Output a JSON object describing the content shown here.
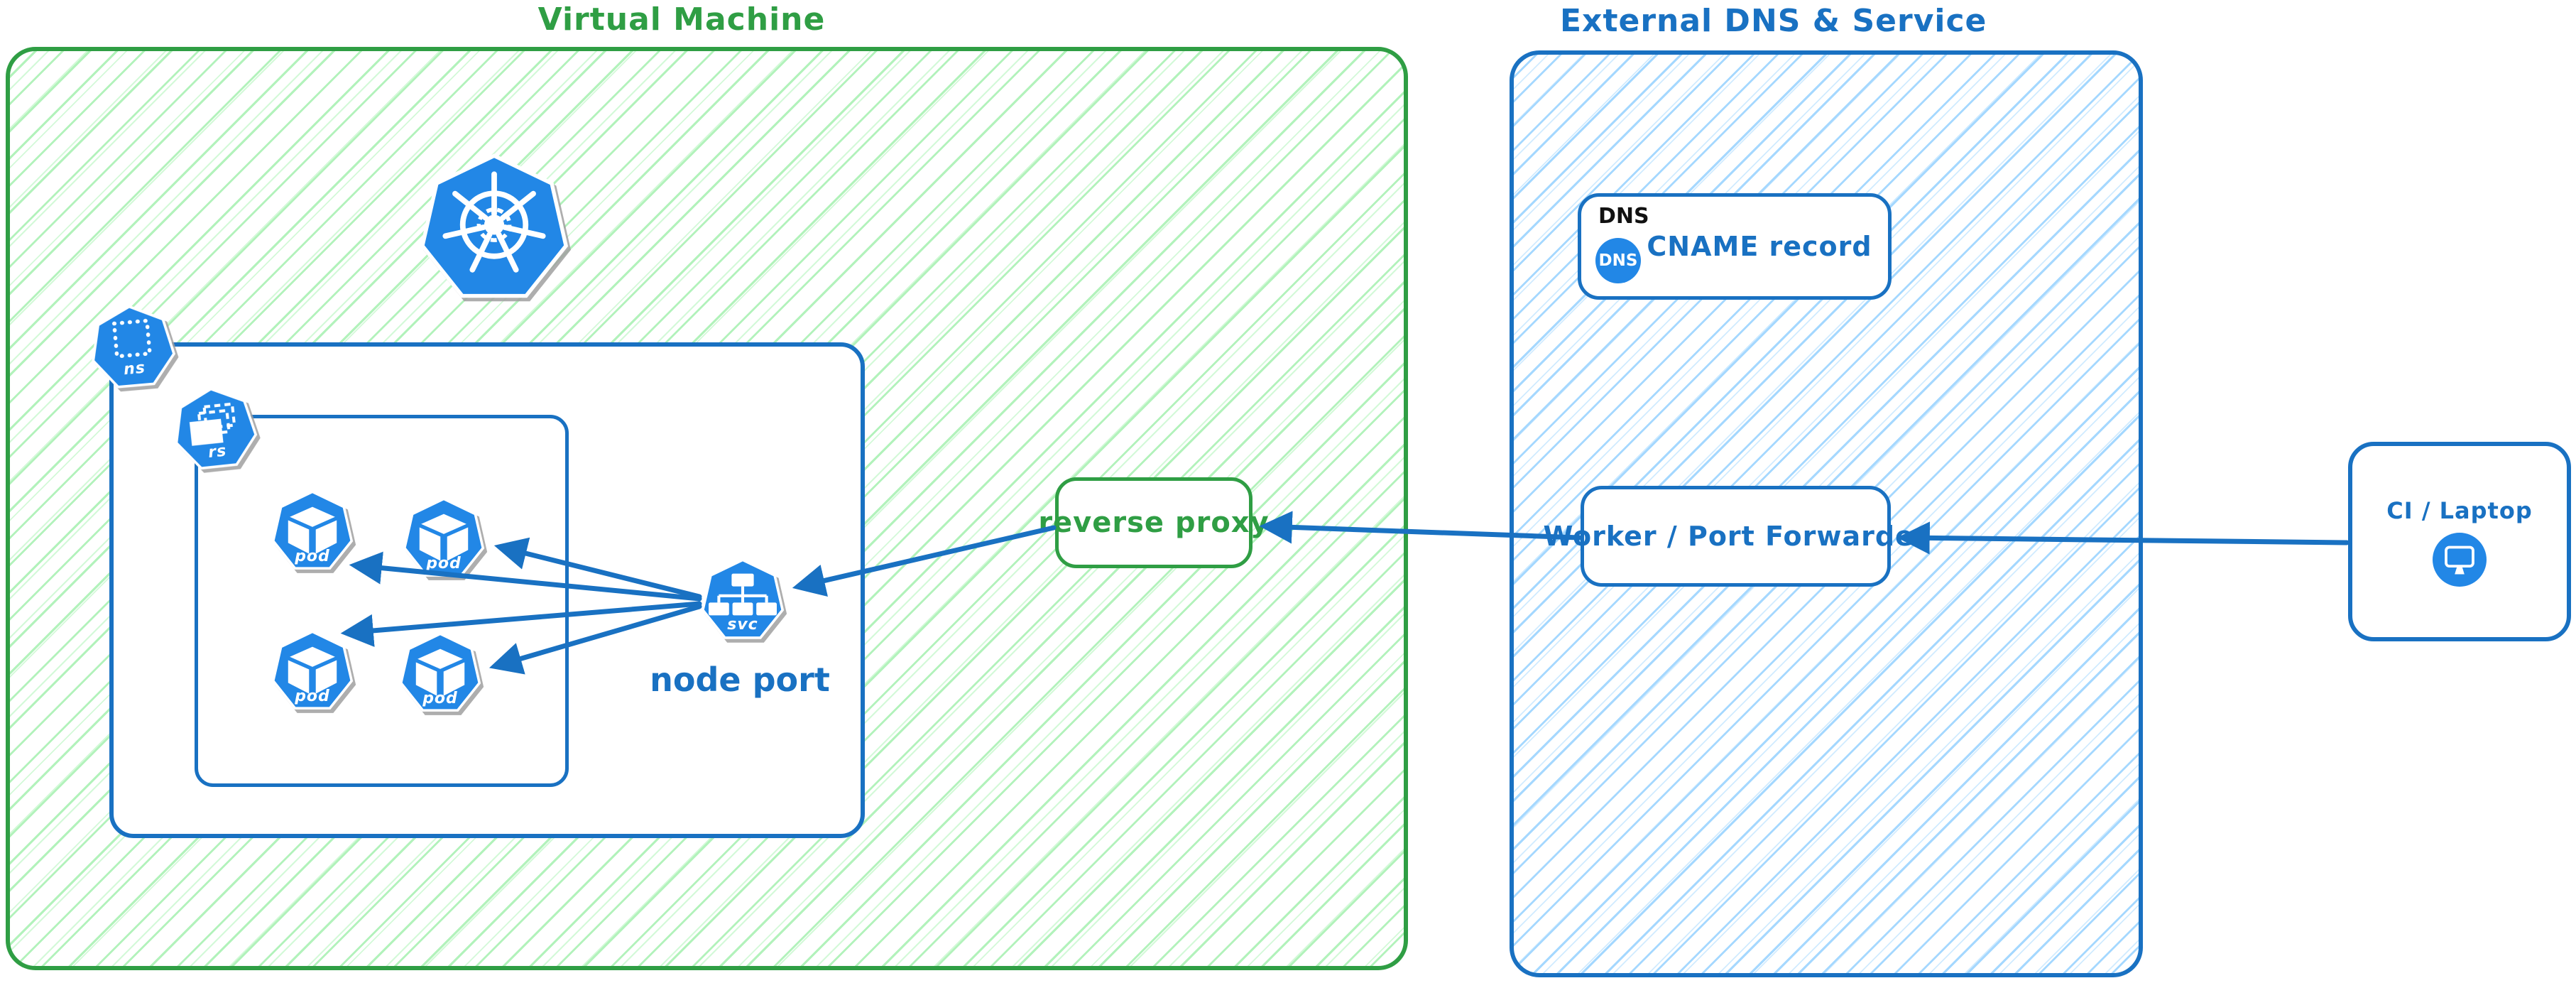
{
  "vm": {
    "title": "Virtual Machine"
  },
  "external": {
    "title": "External DNS & Service"
  },
  "labels": {
    "reverse_proxy": "reverse proxy",
    "node_port": "node port",
    "dns_heading": "DNS",
    "dns_badge": "DNS",
    "cname": "CNAME record",
    "worker": "Worker / Port Forwarder",
    "ci": "CI / Laptop"
  },
  "icons": {
    "ns": "ns",
    "rs": "rs",
    "svc": "svc",
    "pod": "pod",
    "kubernetes": "kubernetes-logo",
    "dns": "dns-badge",
    "monitor": "monitor"
  },
  "colors": {
    "green_stroke": "#2f9e44",
    "green_hatch": "#b2f2bb",
    "blue_stroke": "#1971c2",
    "blue_hatch": "#a5d8ff",
    "icon_blue": "#2287e6",
    "dns_heading_color": "#111111"
  },
  "edges": [
    {
      "from": "ci-laptop",
      "to": "worker-port-forwarder"
    },
    {
      "from": "worker-port-forwarder",
      "to": "reverse-proxy"
    },
    {
      "from": "reverse-proxy",
      "to": "node-port-svc"
    },
    {
      "from": "node-port-svc",
      "to": "pod-1"
    },
    {
      "from": "node-port-svc",
      "to": "pod-2"
    },
    {
      "from": "node-port-svc",
      "to": "pod-3"
    },
    {
      "from": "node-port-svc",
      "to": "pod-4"
    }
  ]
}
